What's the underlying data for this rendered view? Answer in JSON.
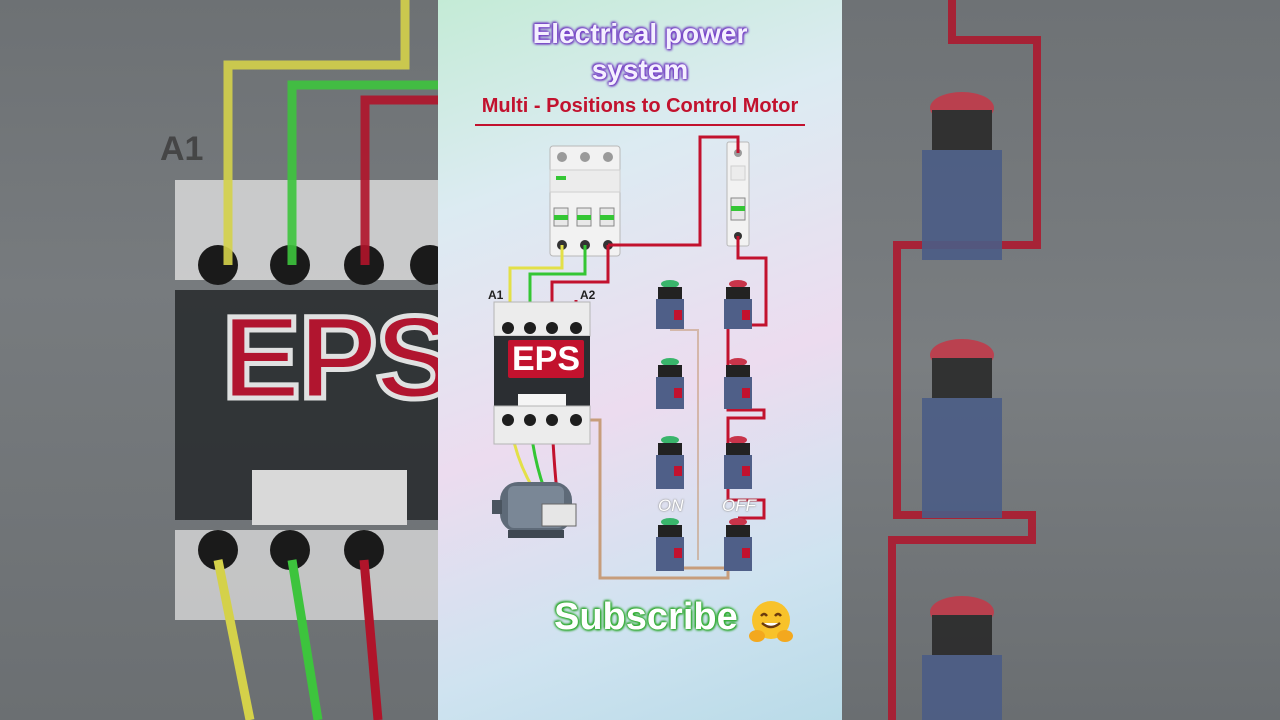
{
  "title_line1": "Electrical power",
  "title_line2": "system",
  "subtitle": "Multi - Positions to Control Motor",
  "contactor": {
    "label": "EPS",
    "terminal_a1": "A1",
    "terminal_a2": "A2"
  },
  "buttons": {
    "on_label": "ON",
    "off_label": "OFF"
  },
  "cta": {
    "subscribe": "Subscribe"
  },
  "background": {
    "eps": "EPS",
    "a1": "A1"
  },
  "colors": {
    "wire_red": "#c2122e",
    "wire_green": "#34c634",
    "wire_yellow": "#e3e048",
    "wire_tan": "#c79d7b",
    "title_glow": "#7a3fd0",
    "subscribe_glow": "#2fb52f"
  }
}
